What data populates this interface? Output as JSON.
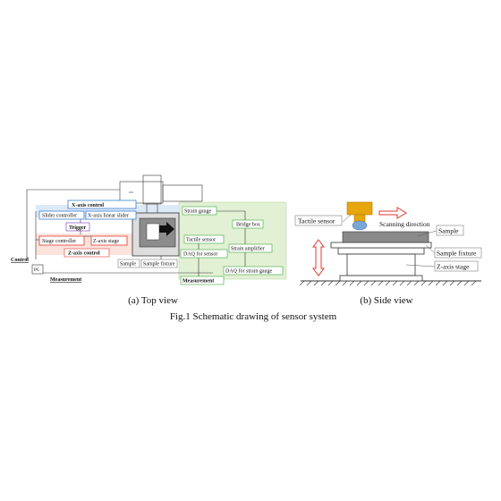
{
  "top_view": {
    "x_axis_control": "X-axis control",
    "slider_controller": "Slider controller",
    "x_axis_linear_slider": "X-axis linear slider",
    "trigger": "Trigger",
    "stage_controller": "Stage controller",
    "z_axis_stage": "Z-axis stage",
    "z_axis_control": "Z-axis control",
    "control": "Control",
    "pc": "PC",
    "measurement_bottom": "Measurement",
    "sample": "Sample",
    "sample_fixture": "Sample fixture",
    "strain_gauge": "Strain gauge",
    "bridge_box": "Bridge box",
    "tactile_sensor": "Tactile sensor",
    "strain_amplifier": "Strain amplifier",
    "daq_sensor": "DAQ for sensor",
    "daq_strain": "DAQ for strain gauge",
    "measurement_green": "Measurement",
    "caption": "(a) Top view"
  },
  "side_view": {
    "tactile_sensor": "Tactile sensor",
    "scanning_direction": "Scanning direction",
    "sample": "Sample",
    "sample_fixture": "Sample fixture",
    "z_axis_stage": "Z-axis stage",
    "caption": "(b) Side view"
  },
  "figure_caption": "Fig.1 Schematic drawing of sensor system",
  "colors": {
    "blue": "#3b7fd0",
    "blue_fill": "#dce9f7",
    "red": "#e03a2f",
    "red_fill": "#fbe3dc",
    "green": "#3aa83a",
    "green_fill": "#e2f0d4",
    "purple": "#7a2fb0",
    "sensor_gold": "#e7a50e"
  }
}
